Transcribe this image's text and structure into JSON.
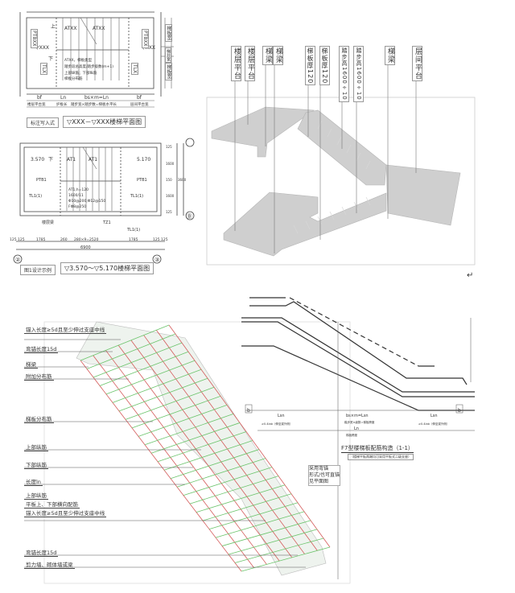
{
  "plan_template": {
    "elevation": "▽XXX",
    "arrow_up": "上",
    "arrow_down": "下",
    "run_label": "ATXX",
    "platform_board": "PTBXX",
    "beam": "TLX",
    "notes": [
      "ATXX，梯板类型",
      "踏步段总高度/踏步级数(m+1)",
      "上部纵筋；下部纵筋",
      "梯板分布筋"
    ],
    "dims": [
      "bf",
      "Ln",
      "bs×m=Ln",
      "bf"
    ],
    "dim_texts": [
      "楼层平台宽",
      "护板长",
      "踏步宽×踏步数=梯板水平长",
      "层间平台宽"
    ],
    "right_dims": [
      "梯板宽",
      "梯井宽",
      "梯板宽"
    ],
    "tag": "标注写入式",
    "caption": "▽XXX－▽XXX楼梯平面图"
  },
  "plan_example": {
    "elev_left": "3.570",
    "elev_right": "5.170",
    "arrow_down": "下",
    "run_labels": [
      "AT1",
      "AT1"
    ],
    "platform_board": [
      "PTB1",
      "PTB1"
    ],
    "beams": [
      "TL1(1)",
      "TL1(1)",
      "TZ1",
      "TL1(1)"
    ],
    "wall_label": "楼层梁",
    "notes": [
      "AT1,h=120",
      "1600/11",
      "Φ10@200;Φ12@150",
      "FΦ8@250"
    ],
    "dims": [
      "125",
      "125",
      "1785",
      "260",
      "280×9=2520",
      "1785",
      "125",
      "125"
    ],
    "total": "6900",
    "right_dims": [
      "125",
      "1600",
      "150",
      "1600",
      "125"
    ],
    "right_total": "3600",
    "axes": [
      "②",
      "③",
      "Ⓑ"
    ],
    "tag": "图1设计示例",
    "caption": "▽3.570～▽5.170楼梯平面图"
  },
  "model_3d": {
    "labels": [
      "楼层平台",
      "楼层平台",
      "梯梁",
      "梯梁",
      "梯板厚120",
      "梯板厚120",
      "踏步高1600÷10",
      "踏步高1600÷10",
      "梯梁",
      "层间平台"
    ],
    "return_mark": "↵"
  },
  "rebar_3d": {
    "labels_top": [
      "锚入长度≥5d且至少伸过支座中线",
      "弯锚长度15d",
      "梯梁",
      "附加分布筋"
    ],
    "labels_bottom": [
      "梯板分布筋",
      "上部纵筋",
      "下部纵筋",
      "长度ln",
      "上部纵筋",
      "平板上、下部横向配筋",
      "锚入长度≥5d且至少伸过支座中线",
      "弯锚长度15d",
      "剪力墙、砌体墙或梁"
    ],
    "note": [
      "采用弯锚",
      "形式/也可直锚",
      "见平面图"
    ]
  },
  "section": {
    "title": "F7型楼梯板配筋构造（1-1）",
    "subtitle": "（楼梯平板两端均可采用平板式二级支座）",
    "dims": [
      "Lsn",
      "bs×m=Lsn",
      "Ln",
      "Lsn"
    ],
    "dim_texts": [
      "≥0.4lab（伸至梁外侧）",
      "踏步宽×级数=梯板跨度",
      "梯板跨度",
      "≥0.4lab（伸至梁外侧）"
    ],
    "supports": [
      "b",
      "b"
    ]
  },
  "colors": {
    "line": "#333333",
    "rebar_red": "#d45a5a",
    "rebar_green": "#6bc46b",
    "concrete": "#c8c8c8"
  }
}
